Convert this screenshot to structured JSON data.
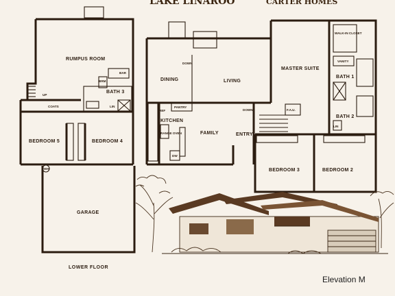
{
  "header": {
    "brand": "LAKE LINAROO",
    "subtitle": "CARTER HOMES"
  },
  "lower_floor": {
    "title": "LOWER FLOOR",
    "rooms": {
      "rumpus_room": "RUMPUS ROOM",
      "bath3": "BATH 3",
      "bar": "BAR",
      "brm": "BRM",
      "lin": "LIN",
      "coats": "COATS",
      "up": "UP",
      "bedroom5": "BEDROOM 5",
      "bedroom4": "BEDROOM 4",
      "wh": "WH",
      "garage": "GARAGE"
    }
  },
  "upper_floor": {
    "rooms": {
      "dining": "DINING",
      "living": "LIVING",
      "down": "DOWN",
      "kitchen": "KITCHEN",
      "pantry": "PANTRY",
      "ref": "REF",
      "range_oven": "RANGE OVEN",
      "dw": "DW",
      "family": "FAMILY",
      "entry": "ENTRY",
      "down2": "DOWN",
      "fau": "F.A.U.",
      "master_suite": "MASTER SUITE",
      "walk_in_closet": "WALK-IN CLOSET",
      "vanity": "VANITY",
      "bath1": "BATH 1",
      "bath2": "BATH 2",
      "lin": "LIN",
      "bedroom3": "BEDROOM 3",
      "bedroom2": "BEDROOM 2"
    }
  },
  "elevation": {
    "label": "Elevation M"
  },
  "colors": {
    "ink": "#2b1c10",
    "paper": "#f7f2ea",
    "roof": "#5a3a22"
  }
}
